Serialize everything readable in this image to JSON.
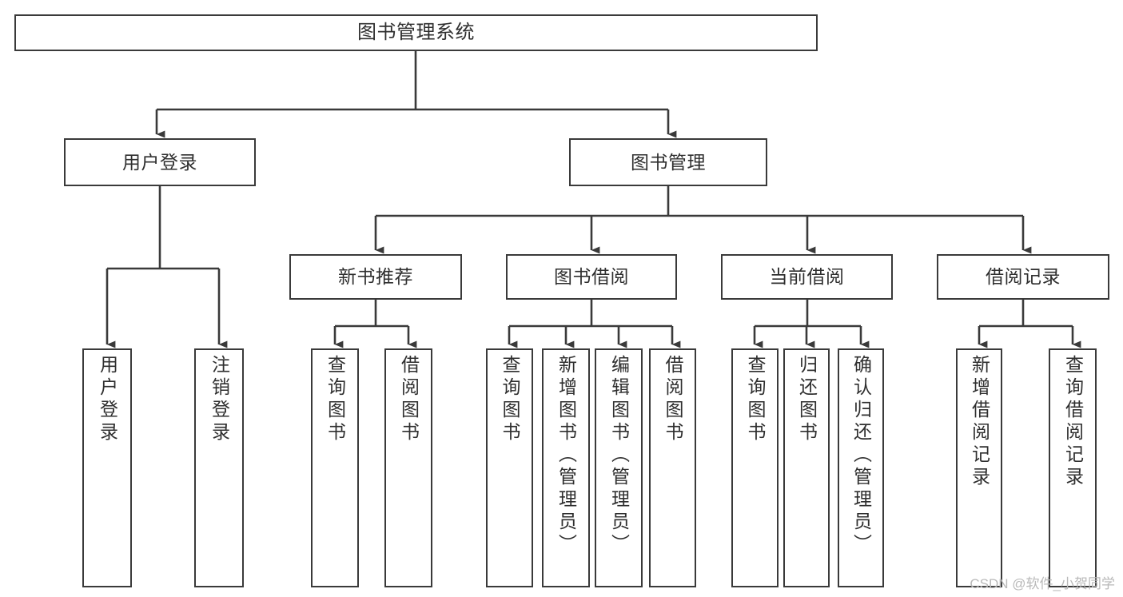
{
  "diagram": {
    "title": "图书管理系统",
    "type": "功能结构图",
    "style": {
      "box_border_color": "#3a3a3a",
      "box_fill_color": "#ffffff",
      "edge_color": "#3a3a3a",
      "text_color": "#2f2f2f",
      "background_color": "#ffffff",
      "watermark_color": "#b9b9b9"
    },
    "watermark": "CSDN @软件_小贺同学",
    "nodes": {
      "root": {
        "label": "图书管理系统"
      },
      "level2": [
        {
          "id": "user-login",
          "label": "用户登录"
        },
        {
          "id": "book-manage",
          "label": "图书管理"
        }
      ],
      "level3": [
        {
          "id": "new-book-recommend",
          "label": "新书推荐"
        },
        {
          "id": "book-borrow",
          "label": "图书借阅"
        },
        {
          "id": "current-borrow",
          "label": "当前借阅"
        },
        {
          "id": "borrow-record",
          "label": "借阅记录"
        }
      ],
      "leaves": {
        "user_login": [
          {
            "id": "leaf-user-login",
            "label": "用户登录"
          },
          {
            "id": "leaf-logout-login",
            "label": "注销登录"
          }
        ],
        "new_book_recommend": [
          {
            "id": "leaf-query-book-1",
            "label": "查询图书"
          },
          {
            "id": "leaf-borrow-book-1",
            "label": "借阅图书"
          }
        ],
        "book_borrow": [
          {
            "id": "leaf-query-book-2",
            "label": "查询图书"
          },
          {
            "id": "leaf-add-book",
            "label": "新增图书（管理员）"
          },
          {
            "id": "leaf-edit-book",
            "label": "编辑图书（管理员）"
          },
          {
            "id": "leaf-borrow-book-2",
            "label": "借阅图书"
          }
        ],
        "current_borrow": [
          {
            "id": "leaf-query-book-3",
            "label": "查询图书"
          },
          {
            "id": "leaf-return-book",
            "label": "归还图书"
          },
          {
            "id": "leaf-confirm-return",
            "label": "确认归还（管理员）"
          }
        ],
        "borrow_record": [
          {
            "id": "leaf-add-record",
            "label": "新增借阅记录"
          },
          {
            "id": "leaf-query-record",
            "label": "查询借阅记录"
          }
        ]
      }
    }
  }
}
